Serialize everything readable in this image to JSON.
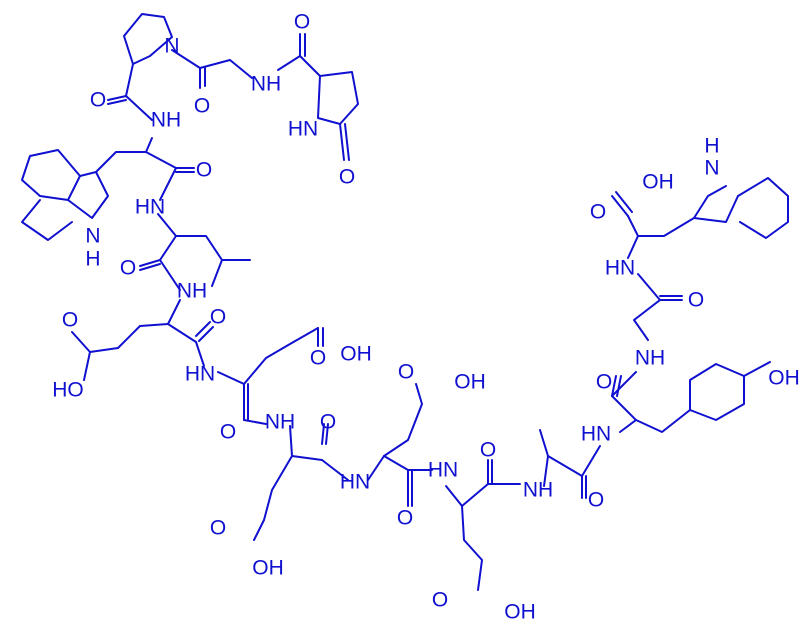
{
  "structure": {
    "color": "#1010d0",
    "labels": {
      "n_pro": "N",
      "nh_trp1": "NH",
      "hn_pyroglu": "HN",
      "o_pyroglu_ring": "O",
      "nh_gly1": "NH",
      "o_gly1_co": "O",
      "o_pyroglu_co": "O",
      "o_pro_co": "O",
      "o_trp1_co": "O",
      "hn_leu": "HN",
      "h_indole1": "H",
      "n_indole1": "N",
      "o_leu_co": "O",
      "nh_glu1": "NH",
      "o_glu1_co": "O",
      "o_glu1_side": "O",
      "ho_glu1_side": "HO",
      "hn_glu2": "HN",
      "o_glu2_side": "O",
      "oh_glu2_side": "OH",
      "o_glu2_co": "O",
      "nh_glu3": "NH",
      "o_glu3_co": "O",
      "o_glu3_side": "O",
      "oh_glu3_side": "OH",
      "hn_glu4": "HN",
      "o_glu4_side": "O",
      "oh_glu4_side": "OH",
      "o_glu4_co": "O",
      "hn_glu5": "HN",
      "o_glu5_co": "O",
      "o_glu5_side": "O",
      "oh_glu5_side": "OH",
      "nh_ala": "NH",
      "o_ala_co": "O",
      "hn_tyr": "HN",
      "oh_tyr": "OH",
      "o_tyr_co": "O",
      "nh_gly2": "NH",
      "o_gly2_co": "O",
      "hn_trp2": "HN",
      "o_cooh": "O",
      "oh_cooh": "OH",
      "h_indole2": "H",
      "n_indole2": "N"
    }
  }
}
